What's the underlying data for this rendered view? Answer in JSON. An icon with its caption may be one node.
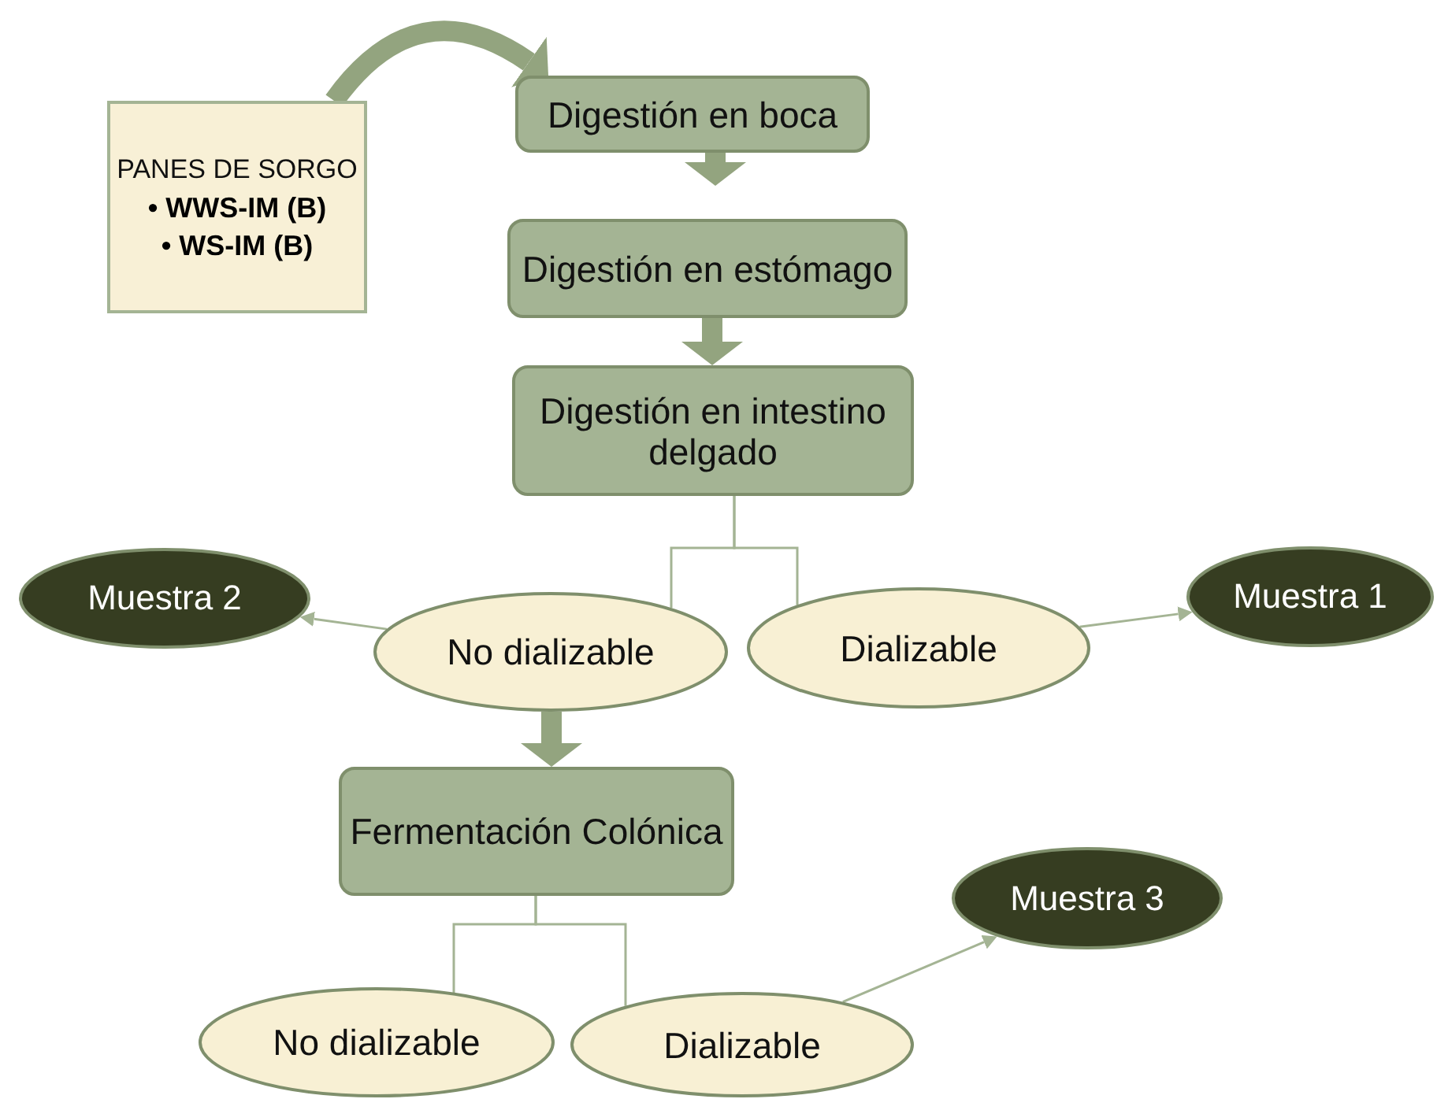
{
  "diagram": {
    "nodes": [
      {
        "text": [
          "PANES DE SORGO",
          "• WWS-IM (B)",
          "• WS-IM (B)"
        ]
      },
      {
        "text": [
          "Digestión en boca"
        ]
      },
      {
        "text": [
          "Digestión en estómago"
        ]
      },
      {
        "text": [
          "Digestión en intestino delgado"
        ]
      },
      {
        "text": [
          "Muestra 2"
        ]
      },
      {
        "text": [
          "No dializable"
        ]
      },
      {
        "text": [
          "Dializable"
        ]
      },
      {
        "text": [
          "Muestra 1"
        ]
      },
      {
        "text": [
          "Fermentación Colónica"
        ]
      },
      {
        "text": [
          "Muestra 3"
        ]
      },
      {
        "text": [
          "No dializable"
        ]
      },
      {
        "text": [
          "Dializable"
        ]
      }
    ],
    "edges": [
      {
        "from": 0,
        "to": 1,
        "arrow": "to",
        "style": "thick"
      },
      {
        "from": 1,
        "to": 2,
        "arrow": "to",
        "style": "thick"
      },
      {
        "from": 2,
        "to": 3,
        "arrow": "to",
        "style": "thick"
      },
      {
        "from": 3,
        "to": 5,
        "arrow": "none"
      },
      {
        "from": 3,
        "to": 6,
        "arrow": "none"
      },
      {
        "from": 5,
        "to": 4,
        "arrow": "to"
      },
      {
        "from": 6,
        "to": 7,
        "arrow": "to"
      },
      {
        "from": 5,
        "to": 8,
        "arrow": "to",
        "style": "thick"
      },
      {
        "from": 8,
        "to": 10,
        "arrow": "none"
      },
      {
        "from": 8,
        "to": 11,
        "arrow": "none"
      },
      {
        "from": 11,
        "to": 9,
        "arrow": "to"
      }
    ]
  }
}
